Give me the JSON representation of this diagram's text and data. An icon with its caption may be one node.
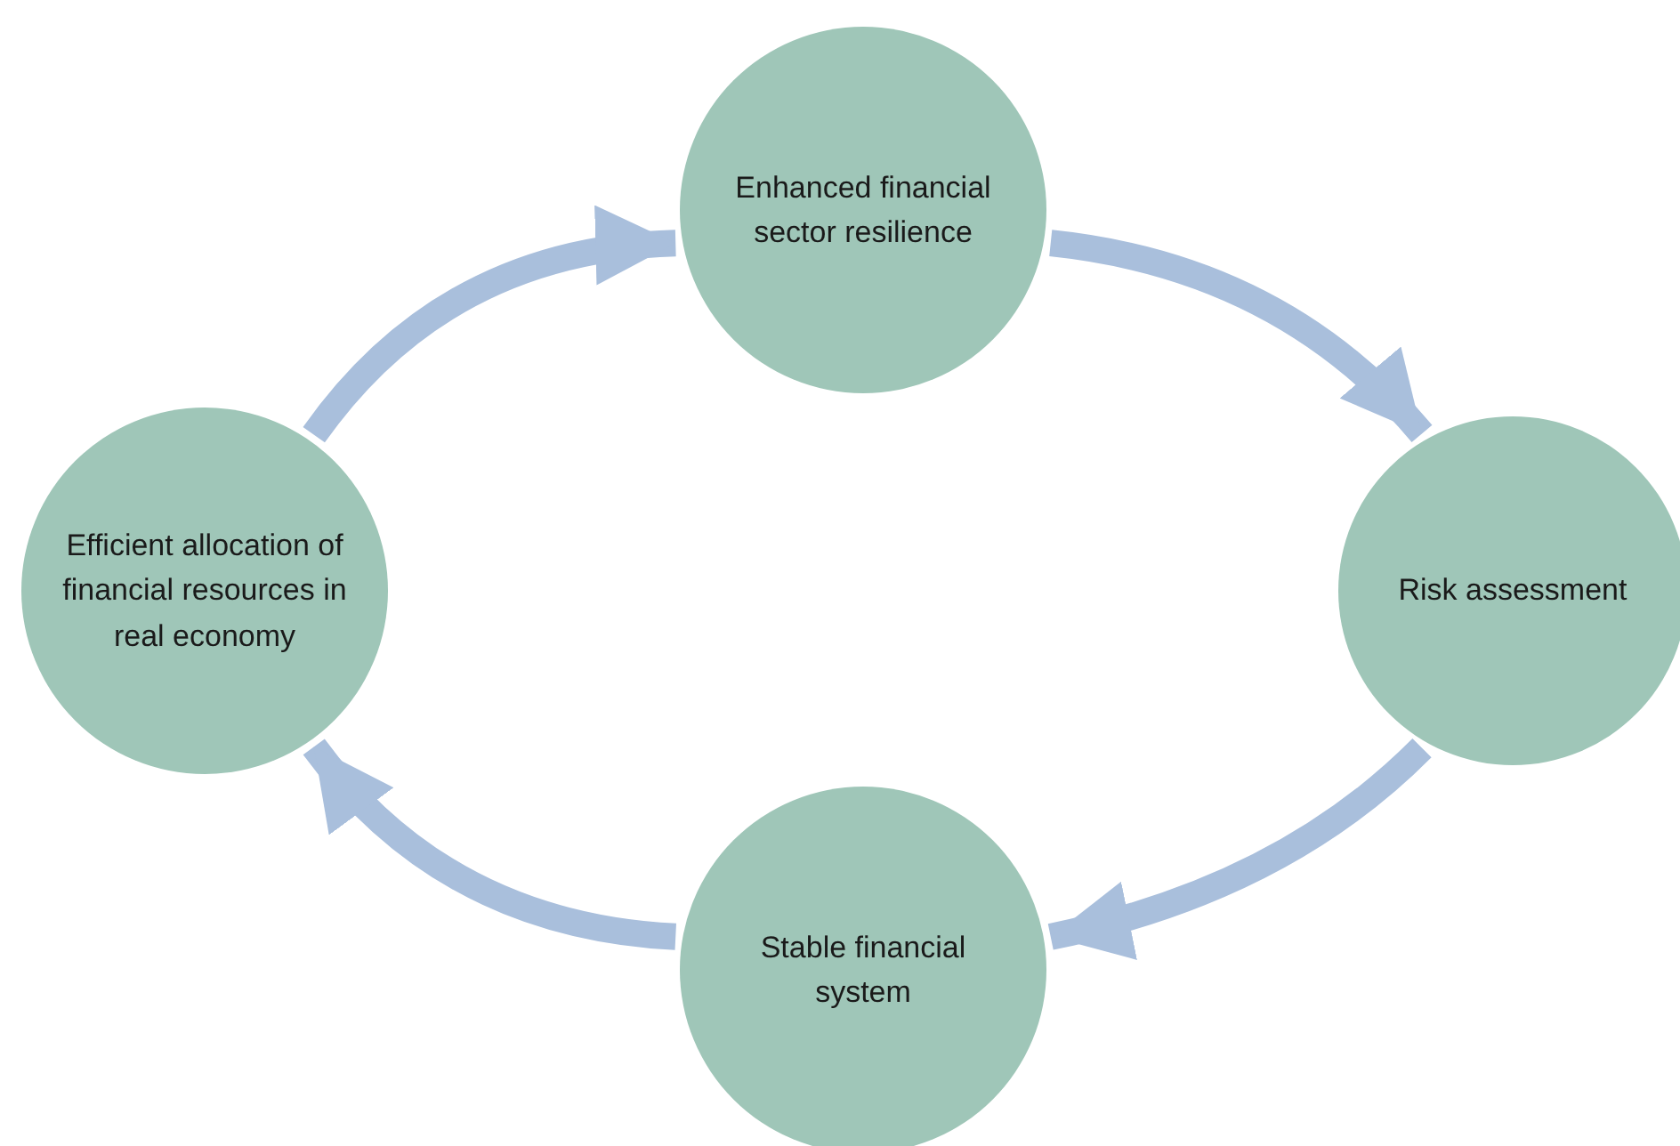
{
  "diagram": {
    "nodes": [
      {
        "text": [
          "Enhanced financial sector resilience"
        ]
      },
      {
        "text": [
          "Risk assessment"
        ]
      },
      {
        "text": [
          "Stable financial system"
        ]
      },
      {
        "text": [
          "Efficient allocation of financial resources in real economy"
        ]
      }
    ],
    "edges": [
      {
        "from": 3,
        "to": 0,
        "arrow": "to"
      },
      {
        "from": 0,
        "to": 1,
        "arrow": "to"
      },
      {
        "from": 1,
        "to": 2,
        "arrow": "to"
      },
      {
        "from": 2,
        "to": 3,
        "arrow": "to"
      }
    ]
  }
}
